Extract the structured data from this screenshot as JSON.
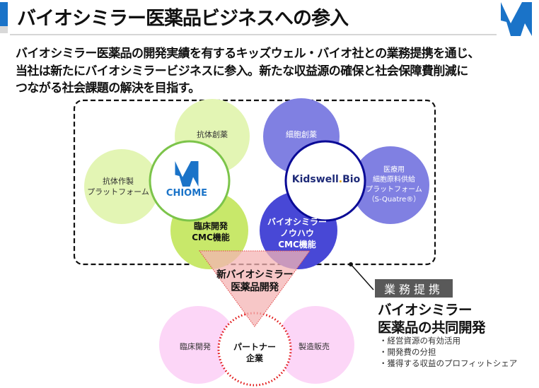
{
  "header": {
    "title": "バイオシミラー医薬品ビジネスへの参入",
    "logo": "chiome-x-logo-icon"
  },
  "lead": {
    "lines": [
      "バイオシミラー医薬品の開発実績を有するキッズウェル・バイオ社との業務提携を通じ、",
      "当社は新たにバイオシミラービジネスに参入。新たな収益源の確保と社会保障費削減に",
      "つながる社会課題の解決を目指す。"
    ]
  },
  "colors": {
    "accent_blue": "#1a73c8",
    "chiome_light": "#e3f5b4",
    "chiome_mid": "#c8e86a",
    "chiome_ring": "#7cc44a",
    "kidswell_light": "#8080e2",
    "kidswell_dark": "#4848d6",
    "kidswell_ring": "#0a0a96",
    "partner_pink": "#fcd6f7",
    "triangle_fill": "#f4b4b4",
    "dotted_red": "#e01010",
    "label_gray": "#595959"
  },
  "chiome": {
    "logo_text": "CHIOME",
    "petals": {
      "top": "抗体創薬",
      "left_line1": "抗体作製",
      "left_line2": "プラットフォーム",
      "bottom_line1": "臨床開発",
      "bottom_line2": "CMC機能"
    }
  },
  "kidswell": {
    "logo_text_a": "Kidswell",
    "logo_dot": ".",
    "logo_text_b": "Bio",
    "petals": {
      "top": "細胞創薬",
      "right_line1": "医療用",
      "right_line2": "細胞原料供給",
      "right_line3": "プラットフォーム",
      "right_line4": "（S-Quatre®）",
      "bottom_line1": "バイオシミラー",
      "bottom_line2": "ノウハウ",
      "bottom_line3": "CMC機能"
    }
  },
  "new_development": {
    "line1": "新バイオシミラー",
    "line2": "医薬品開発"
  },
  "partner": {
    "center_line1": "パートナー",
    "center_line2": "企業",
    "left": "臨床開発",
    "right": "製造販売"
  },
  "joint_development": {
    "label": "業務提携",
    "title_line1": "バイオシミラー",
    "title_line2": "医薬品の共同開発",
    "bullets": [
      "・経営資源の有効活用",
      "・開発費の分担",
      "・獲得する収益のプロフィットシェア"
    ]
  }
}
